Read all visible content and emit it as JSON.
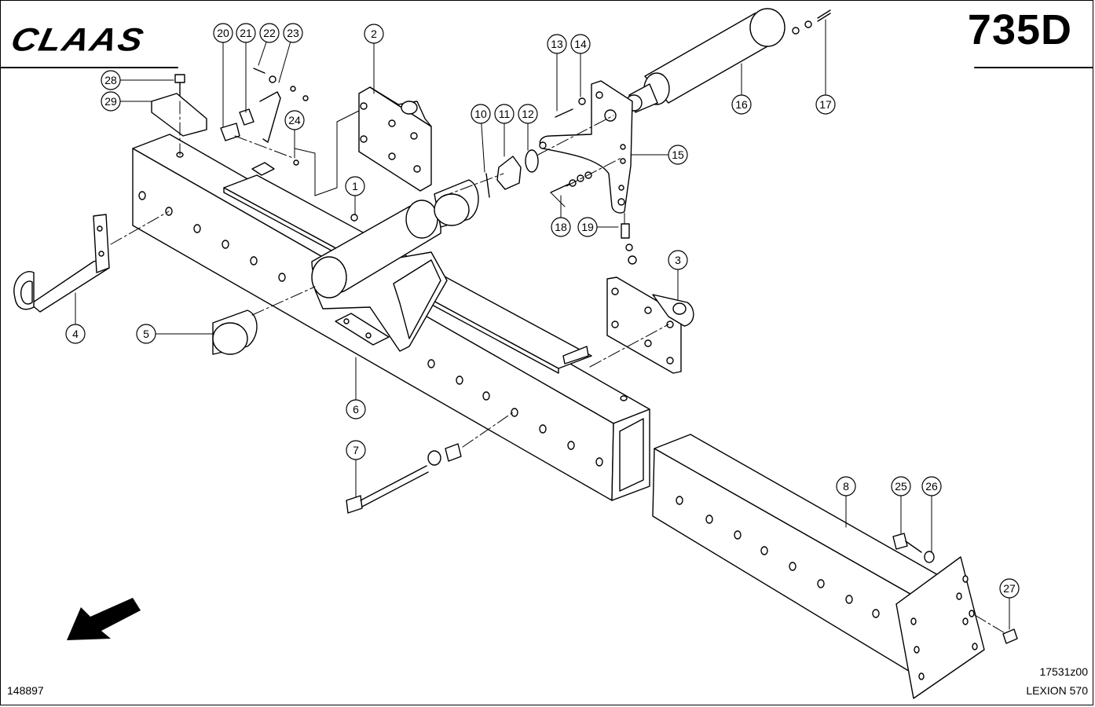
{
  "brand": "CLAAS",
  "page_code": "735D",
  "document_number": "148897",
  "drawing_number": "17531z00",
  "model": "LEXION 570",
  "colors": {
    "line": "#000000",
    "background": "#ffffff"
  },
  "icons": {
    "direction": "arrow-down-left-icon"
  },
  "callouts": [
    "1",
    "2",
    "3",
    "4",
    "5",
    "6",
    "7",
    "8",
    "10",
    "11",
    "12",
    "13",
    "14",
    "15",
    "16",
    "17",
    "18",
    "19",
    "20",
    "21",
    "22",
    "23",
    "24",
    "25",
    "26",
    "27",
    "28",
    "29"
  ]
}
